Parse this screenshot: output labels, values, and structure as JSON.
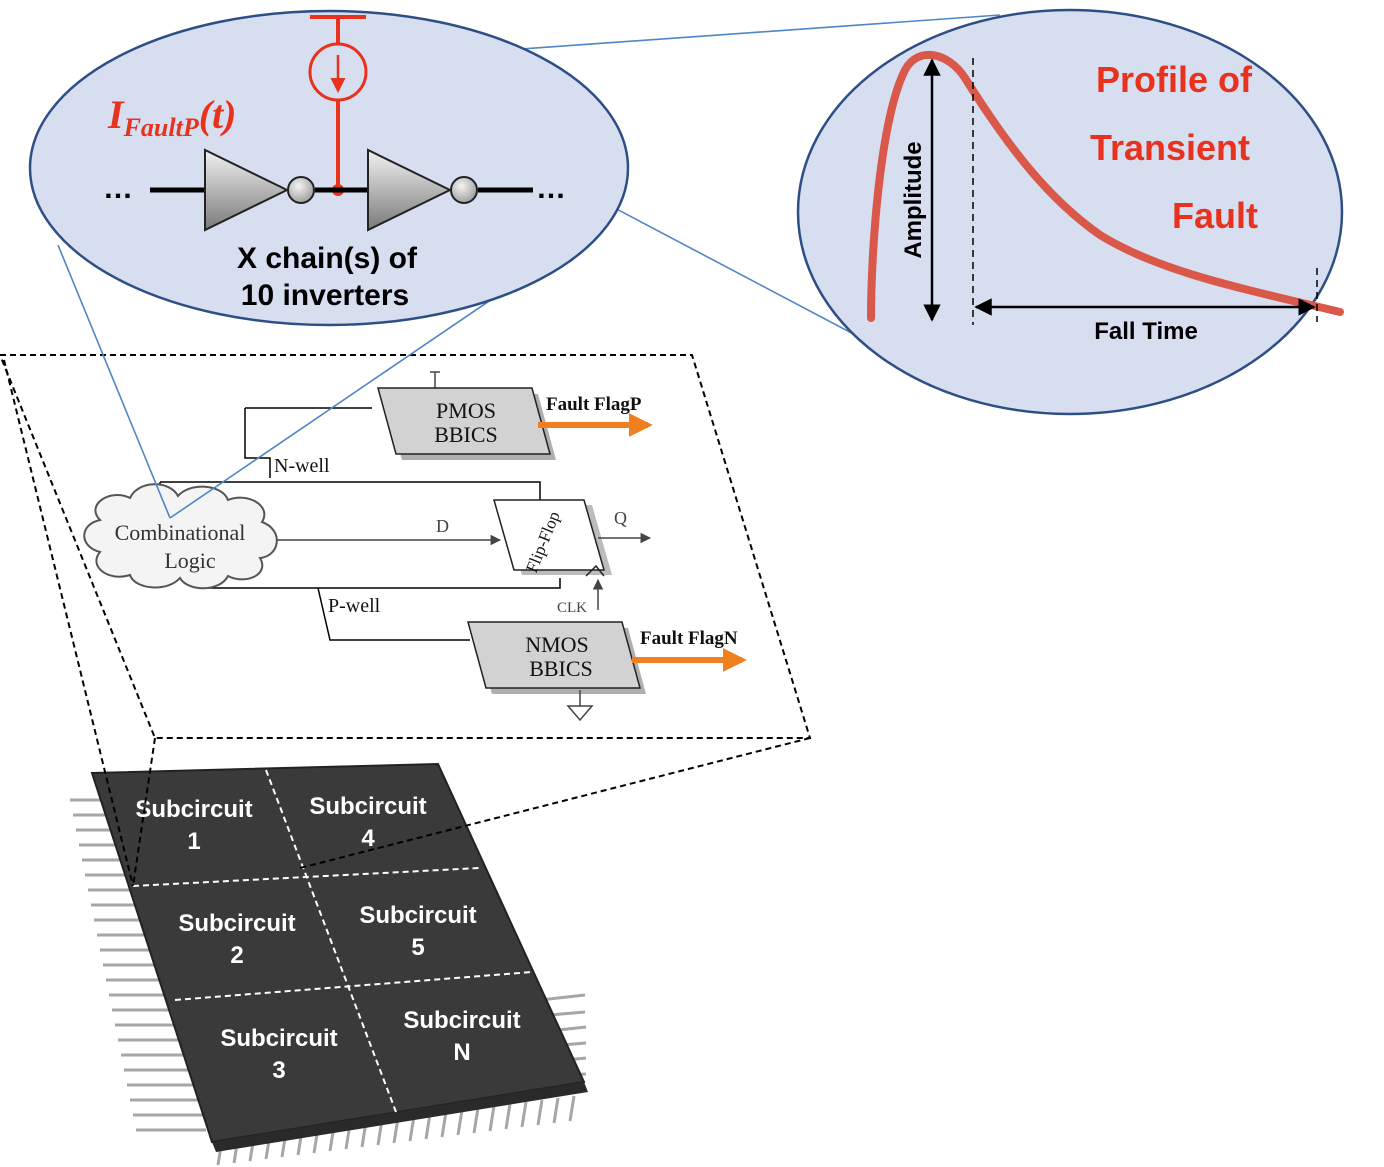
{
  "inverter_bubble": {
    "current_symbol": "I",
    "current_subscript": "FaultP",
    "current_arg": "(t)",
    "chain_line1": "X chain(s) of",
    "chain_line2": "10 inverters",
    "ellipsis_left": "…",
    "ellipsis_right": "…"
  },
  "transient_bubble": {
    "title_line1": "Profile of",
    "title_line2": "Transient",
    "title_line3": "Fault",
    "amplitude_label": "Amplitude",
    "fall_time_label": "Fall Time"
  },
  "circuit": {
    "pmos_line1": "PMOS",
    "pmos_line2": "BBICS",
    "nmos_line1": "NMOS",
    "nmos_line2": "BBICS",
    "fault_flag_p": "Fault FlagP",
    "fault_flag_n": "Fault FlagN",
    "nwell": "N-well",
    "pwell": "P-well",
    "comb_line1": "Combinational",
    "comb_line2": "Logic",
    "d_label": "D",
    "q_label": "Q",
    "flipflop": "Flip-Flop",
    "clk": "CLK"
  },
  "chip": {
    "cells": [
      {
        "line1": "Subcircuit",
        "line2": "1"
      },
      {
        "line1": "Subcircuit",
        "line2": "4"
      },
      {
        "line1": "Subcircuit",
        "line2": "2"
      },
      {
        "line1": "Subcircuit",
        "line2": "5"
      },
      {
        "line1": "Subcircuit",
        "line2": "3"
      },
      {
        "line1": "Subcircuit",
        "line2": "N"
      }
    ]
  },
  "colors": {
    "bubble_fill": "#d6def0",
    "bubble_stroke": "#2e4f85",
    "fault_red": "#e8321e",
    "curve_red": "#d9584a",
    "orange": "#f07f1f",
    "chip_fill": "#3a3a3a",
    "connector_blue": "#4f86c6"
  }
}
